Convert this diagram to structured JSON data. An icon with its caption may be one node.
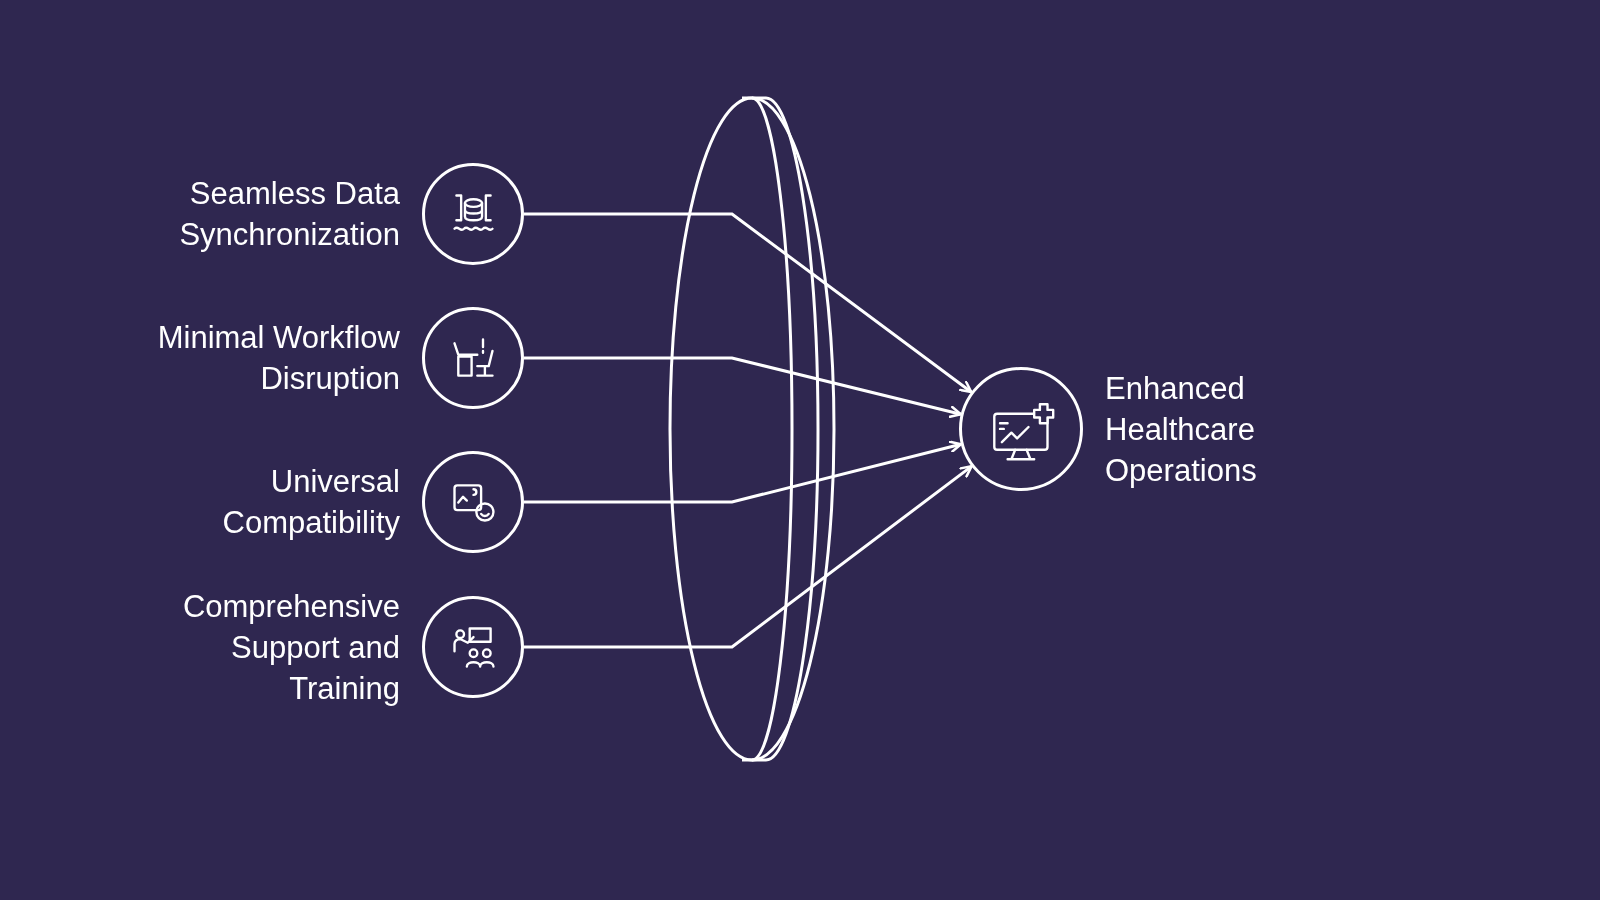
{
  "diagram": {
    "nodes": [
      {
        "text": [
          "Seamless Data Synchronization"
        ]
      },
      {
        "text": [
          "Minimal Workflow Disruption"
        ]
      },
      {
        "text": [
          "Universal Compatibility"
        ]
      },
      {
        "text": [
          "Comprehensive Support and Training"
        ]
      },
      {
        "text": [
          "Enhanced Healthcare Operations"
        ]
      }
    ],
    "edges": [
      {
        "from": 0,
        "to": 4,
        "arrow": "to"
      },
      {
        "from": 1,
        "to": 4,
        "arrow": "to"
      },
      {
        "from": 2,
        "to": 4,
        "arrow": "to"
      },
      {
        "from": 3,
        "to": 4,
        "arrow": "to"
      }
    ]
  }
}
